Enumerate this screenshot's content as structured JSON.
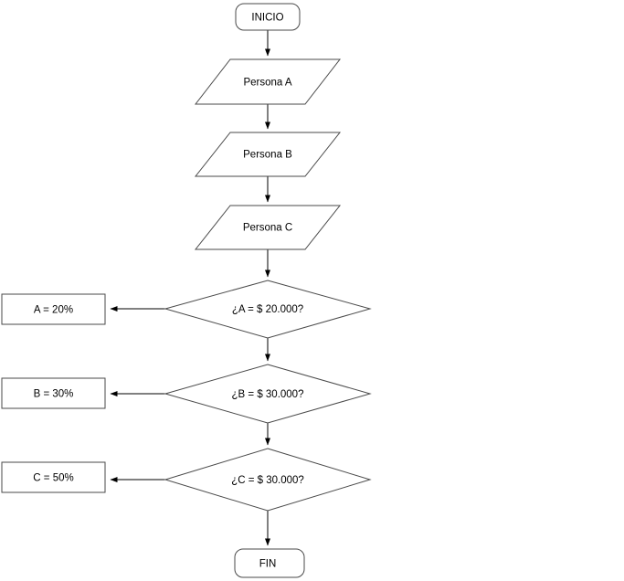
{
  "flowchart": {
    "type": "flowchart",
    "direction": "top-down",
    "start": {
      "label": "INICIO",
      "shape": "terminator"
    },
    "inputs": [
      {
        "label": "Persona A",
        "shape": "parallelogram"
      },
      {
        "label": "Persona B",
        "shape": "parallelogram"
      },
      {
        "label": "Persona C",
        "shape": "parallelogram"
      }
    ],
    "decisions": [
      {
        "label": "¿A = $ 20.000?",
        "shape": "diamond",
        "result": "A = 20%"
      },
      {
        "label": "¿B = $ 30.000?",
        "shape": "diamond",
        "result": "B = 30%"
      },
      {
        "label": "¿C = $ 30.000?",
        "shape": "diamond",
        "result": "C = 50%"
      }
    ],
    "end": {
      "label": "FIN",
      "shape": "terminator"
    },
    "edges": [
      {
        "from": "INICIO",
        "to": "Persona A"
      },
      {
        "from": "Persona A",
        "to": "Persona B"
      },
      {
        "from": "Persona B",
        "to": "Persona C"
      },
      {
        "from": "Persona C",
        "to": "¿A = $ 20.000?"
      },
      {
        "from": "¿A = $ 20.000?",
        "to": "A = 20%"
      },
      {
        "from": "¿A = $ 20.000?",
        "to": "¿B = $ 30.000?"
      },
      {
        "from": "¿B = $ 30.000?",
        "to": "B = 30%"
      },
      {
        "from": "¿B = $ 30.000?",
        "to": "¿C = $ 30.000?"
      },
      {
        "from": "¿C = $ 30.000?",
        "to": "C = 50%"
      },
      {
        "from": "¿C = $ 30.000?",
        "to": "FIN"
      }
    ],
    "colors": {
      "shape_stroke": "#4a4a4a",
      "shape_fill": "#ffffff",
      "arrow": "#000000",
      "text": "#000000",
      "background": "#ffffff"
    }
  }
}
